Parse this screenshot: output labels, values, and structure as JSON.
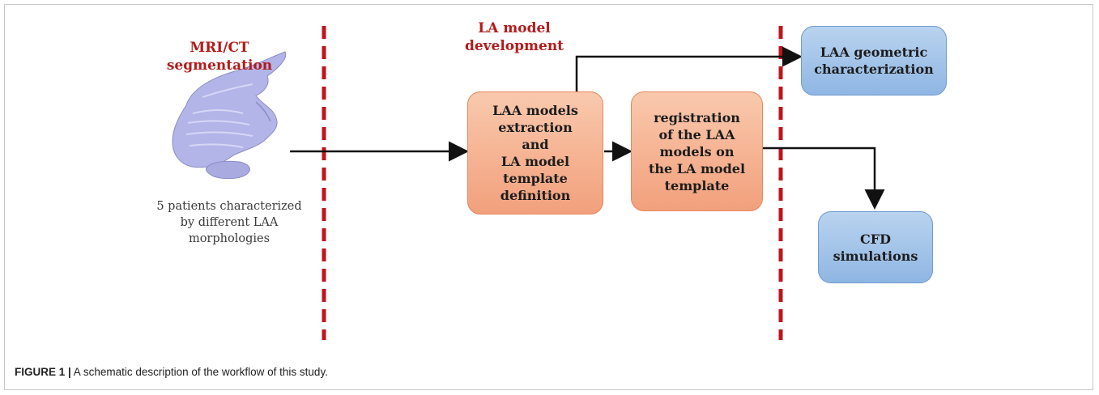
{
  "stages": {
    "stage1_title": "MRI/CT\nsegmentation",
    "stage2_title": "LA model\ndevelopment"
  },
  "patients_caption": "5 patients characterized\nby different LAA\nmorphologies",
  "boxes": {
    "extraction": "LAA models\nextraction\nand\nLA model\ntemplate\ndefinition",
    "registration": "registration\nof the LAA\nmodels on\nthe LA model\ntemplate",
    "geometric": "LAA geometric\ncharacterization",
    "cfd": "CFD\nsimulations"
  },
  "figure_caption": {
    "label": "FIGURE 1 |",
    "text": " A schematic description of the workflow of this study."
  },
  "colors": {
    "stage_title": "#b31b1b",
    "divider": "#c0141c",
    "orange_box": "#f2a07c",
    "blue_box": "#8fb6e3",
    "model_shape": "#b3b4e8"
  }
}
